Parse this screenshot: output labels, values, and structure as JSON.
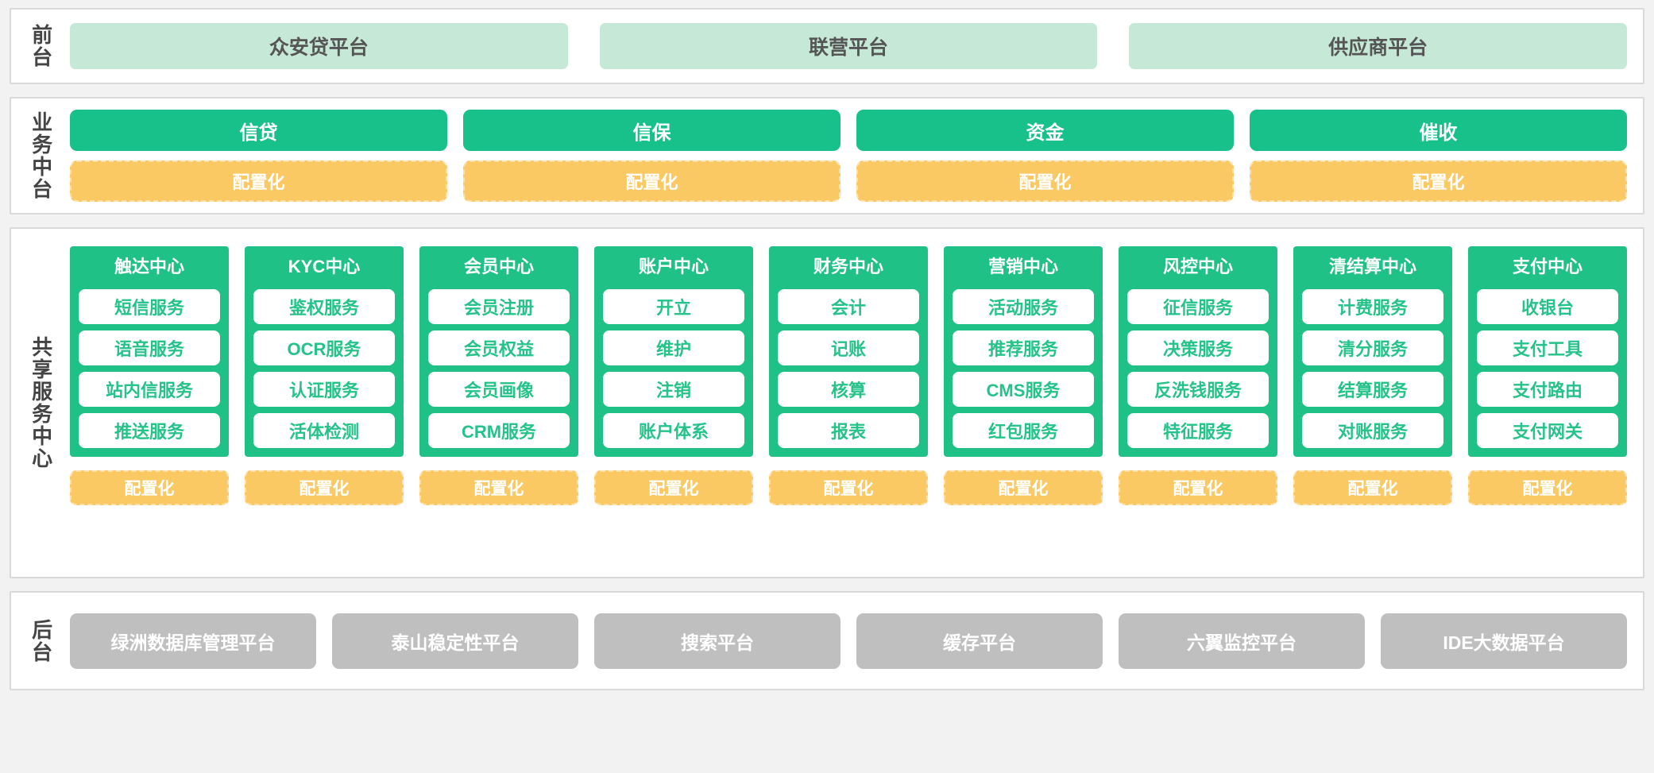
{
  "bands": {
    "front": {
      "label": "前台",
      "cards": [
        "众安贷平台",
        "联营平台",
        "供应商平台"
      ]
    },
    "business": {
      "label": "业务中台",
      "domains": [
        "信贷",
        "信保",
        "资金",
        "催收"
      ],
      "config_label": "配置化",
      "configs": [
        "配置化",
        "配置化",
        "配置化",
        "配置化"
      ]
    },
    "shared": {
      "label": "共享服务中心",
      "config_label": "配置化",
      "centers": [
        {
          "title": "触达中心",
          "services": [
            "短信服务",
            "语音服务",
            "站内信服务",
            "推送服务"
          ],
          "config": "配置化"
        },
        {
          "title": "KYC中心",
          "services": [
            "鉴权服务",
            "OCR服务",
            "认证服务",
            "活体检测"
          ],
          "config": "配置化"
        },
        {
          "title": "会员中心",
          "services": [
            "会员注册",
            "会员权益",
            "会员画像",
            "CRM服务"
          ],
          "config": "配置化"
        },
        {
          "title": "账户中心",
          "services": [
            "开立",
            "维护",
            "注销",
            "账户体系"
          ],
          "config": "配置化"
        },
        {
          "title": "财务中心",
          "services": [
            "会计",
            "记账",
            "核算",
            "报表"
          ],
          "config": "配置化"
        },
        {
          "title": "营销中心",
          "services": [
            "活动服务",
            "推荐服务",
            "CMS服务",
            "红包服务"
          ],
          "config": "配置化"
        },
        {
          "title": "风控中心",
          "services": [
            "征信服务",
            "决策服务",
            "反洗钱服务",
            "特征服务"
          ],
          "config": "配置化"
        },
        {
          "title": "清结算中心",
          "services": [
            "计费服务",
            "清分服务",
            "结算服务",
            "对账服务"
          ],
          "config": "配置化"
        },
        {
          "title": "支付中心",
          "services": [
            "收银台",
            "支付工具",
            "支付路由",
            "支付网关"
          ],
          "config": "配置化"
        }
      ]
    },
    "backend": {
      "label": "后台",
      "cards": [
        "绿洲数据库管理平台",
        "泰山稳定性平台",
        "搜索平台",
        "缓存平台",
        "六翼监控平台",
        "IDE大数据平台"
      ]
    }
  },
  "colors": {
    "green": "#1fc187",
    "green_light": "#c6e8d7",
    "orange": "#fac964",
    "orange_border": "#fde1ac",
    "gray": "#bfbfbf",
    "panel_border": "#d9d9d9",
    "label_text": "#444444",
    "service_text": "#25c389"
  }
}
